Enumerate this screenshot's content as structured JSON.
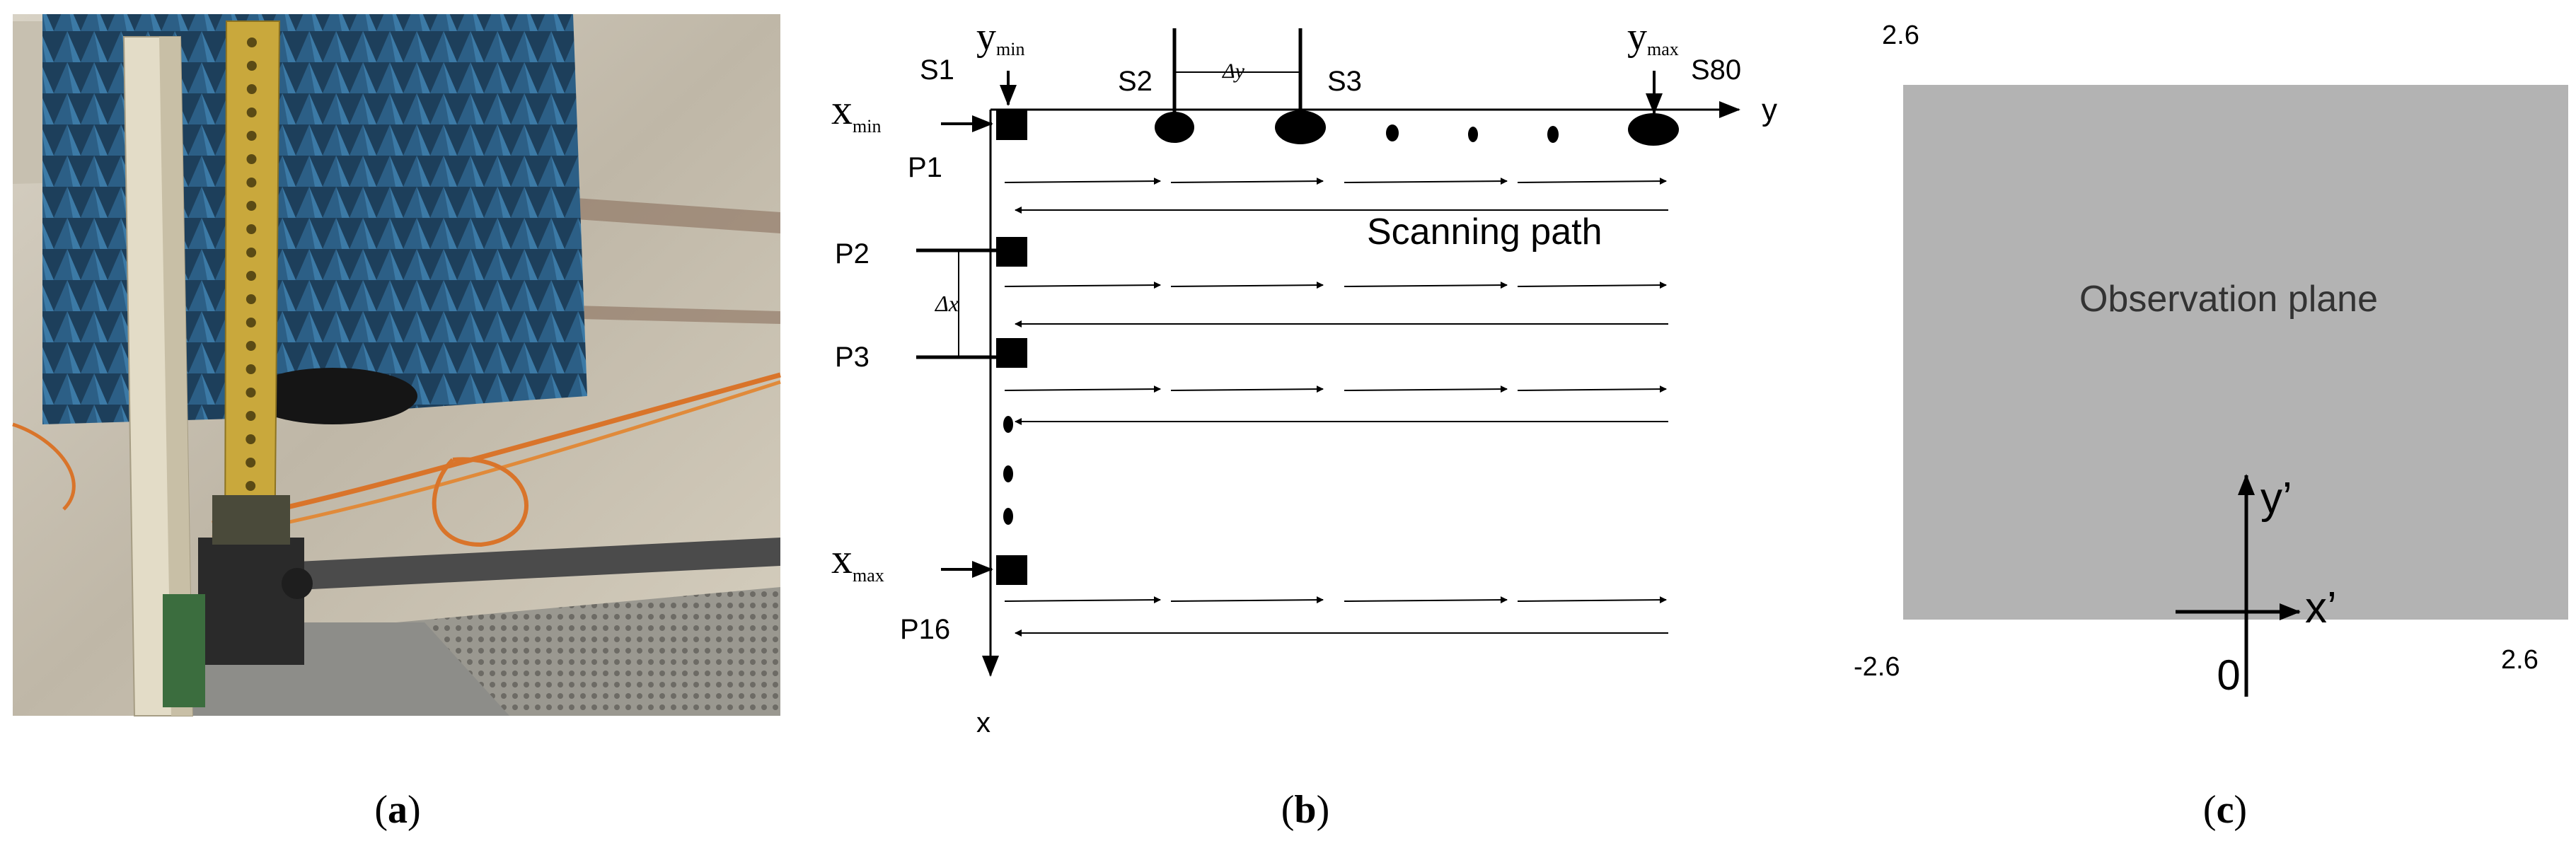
{
  "figure": {
    "panel_a": {
      "label_open": "(",
      "label_letter": "a",
      "label_close": ")"
    },
    "panel_b": {
      "label_open": "(",
      "label_letter": "b",
      "label_close": ")",
      "y_min": {
        "base": "y",
        "sub": "min"
      },
      "y_max": {
        "base": "y",
        "sub": "max"
      },
      "x_min": {
        "base": "x",
        "sub": "min"
      },
      "x_max": {
        "base": "x",
        "sub": "max"
      },
      "s1": "S1",
      "s2": "S2",
      "s3": "S3",
      "s80": "S80",
      "axis_y": "y",
      "axis_x": "x",
      "delta_y": "Δy",
      "delta_x": "Δx",
      "p1": "P1",
      "p2": "P2",
      "p3": "P3",
      "p16": "P16",
      "scanning_path": "Scanning path"
    },
    "panel_c": {
      "label_open": "(",
      "label_letter": "c",
      "label_close": ")",
      "top_value": "2.6",
      "left_value": "-2.6",
      "right_value": "2.6",
      "origin": "0",
      "plane_label": "Observation plane",
      "axis_y": "y’",
      "axis_x": "x’",
      "plane_color": "#b3b3b3"
    },
    "colors": {
      "foam_blue": "#2c5f86",
      "rail_yellow": "#c9a83c",
      "cable_orange": "#d9742a",
      "floor": "#cfc9bd"
    }
  }
}
